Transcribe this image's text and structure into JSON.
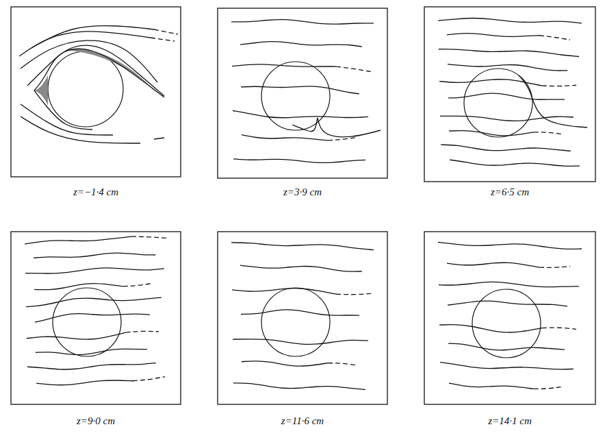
{
  "diagram": {
    "labels": [
      "z=−1·4 cm",
      "z=3·9 cm",
      "z=6·5 cm",
      "z=9·0 cm",
      "z=11·6 cm",
      "z=14·1 cm"
    ]
  }
}
